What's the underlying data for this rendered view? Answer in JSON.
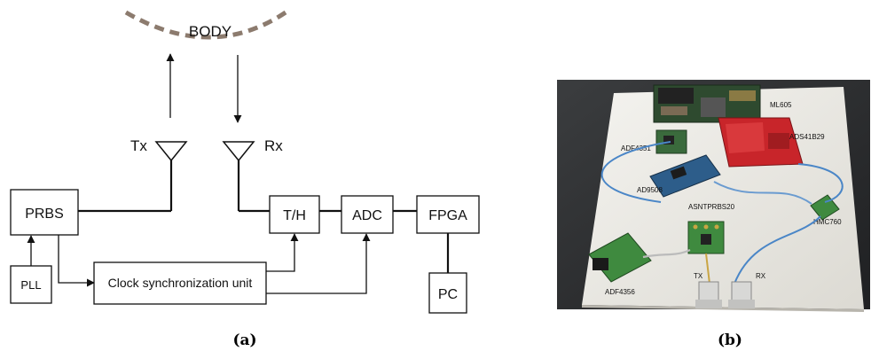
{
  "diagram": {
    "body_label": "BODY",
    "tx_label": "Tx",
    "rx_label": "Rx",
    "blocks": {
      "prbs": "PRBS",
      "pll": "PLL",
      "clock": "Clock synchronization unit",
      "th": "T/H",
      "adc": "ADC",
      "fpga": "FPGA",
      "pc": "PC"
    },
    "caption": "(a)"
  },
  "photo": {
    "labels": {
      "ml605": "ML605",
      "ads41b29": "ADS41B29",
      "adf4351": "ADF4351",
      "ad9508": "AD9508",
      "asntprbs20": "ASNTPRBS20",
      "hmc760": "HMC760",
      "adf4356": "ADF4356",
      "tx": "TX",
      "rx": "RX"
    },
    "caption": "(b)"
  }
}
